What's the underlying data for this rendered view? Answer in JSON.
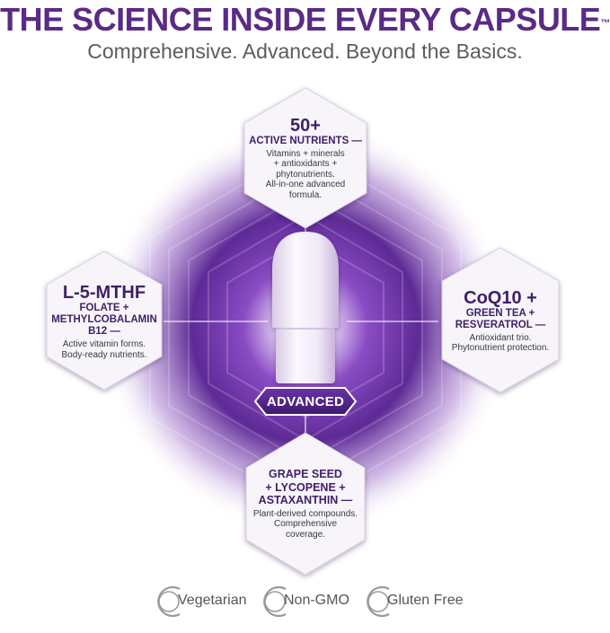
{
  "header": {
    "title": "THE SCIENCE INSIDE EVERY CAPSULE",
    "trademark": "™",
    "subtitle": "Comprehensive. Advanced. Beyond the Basics."
  },
  "capsule": {
    "badge_label": "ADVANCED"
  },
  "hexagons": {
    "top": {
      "headline": "50+",
      "subhead": "ACTIVE NUTRIENTS —",
      "description_lines": [
        "Vitamins + minerals",
        "+ antioxidants +",
        "phytonutrients.",
        "All-in-one advanced",
        "formula."
      ]
    },
    "left": {
      "headline": "L-5-MTHF",
      "subhead_lines": [
        "FOLATE +",
        "METHYLCOBALAMIN",
        "B12 —"
      ],
      "description_lines": [
        "Active vitamin forms.",
        "Body-ready nutrients."
      ]
    },
    "right": {
      "headline": "CoQ10 +",
      "subhead_lines": [
        "GREEN TEA +",
        "RESVERATROL —"
      ],
      "description_lines": [
        "Antioxidant trio.",
        "Phytonutrient protection."
      ]
    },
    "bottom": {
      "subhead_lines": [
        "GRAPE SEED",
        "+ LYCOPENE +",
        "ASTAXANTHIN —"
      ],
      "description_lines": [
        "Plant-derived compounds.",
        "Comprehensive",
        "coverage."
      ]
    }
  },
  "certifications": [
    {
      "label": "Vegetarian",
      "icon": "circle-c-icon"
    },
    {
      "label": "Non-GMO",
      "icon": "circle-c-icon"
    },
    {
      "label": "Gluten Free",
      "icon": "circle-c-icon"
    }
  ],
  "colors": {
    "brand_purple": "#5a2a86",
    "deep_purple": "#3f1f68",
    "glow_purple": "#7b3fb8",
    "text_gray": "#5c5c5c"
  }
}
